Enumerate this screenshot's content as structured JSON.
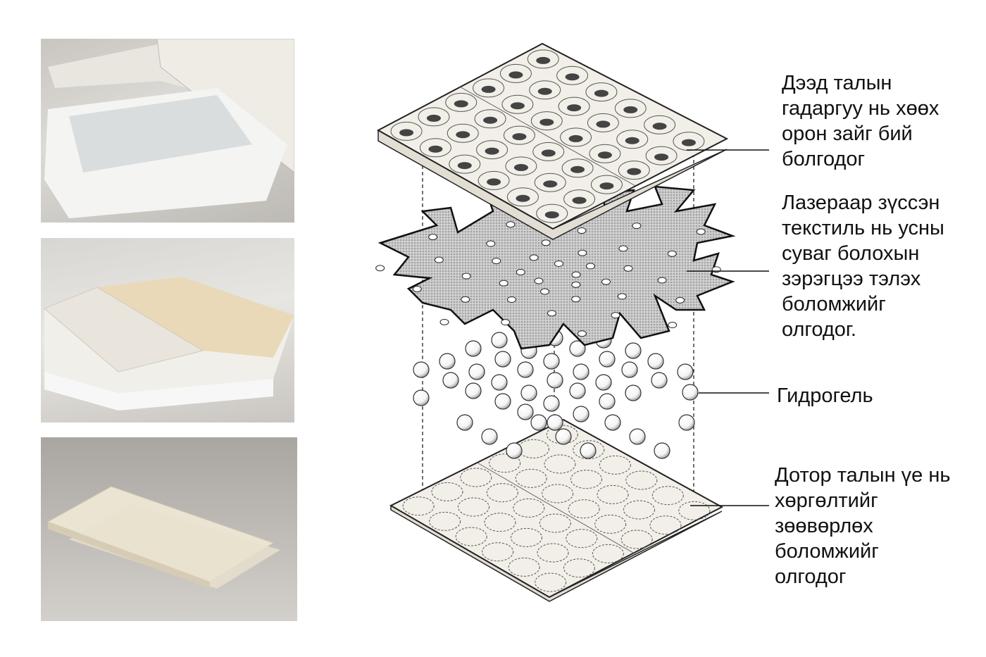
{
  "labels": {
    "top_surface": "Дээд талын\nгадаргуу нь хөөх\nорон зайг бий\nболгодог",
    "textile": "Лазераар зүссэн\nтекстиль нь усны\nсуваг болохын\nзэрэгцээ тэлэх\nболомжийг\nолгодог.",
    "hydrogel": "Гидрогель",
    "inner_layer": "Дотор талын үе нь\nхөргөлтийг\nзөөвөрлөх\nболомжийг\nолгодог"
  },
  "colors": {
    "plate": "#f2efe8",
    "textile": "#9a9a9a",
    "gel": "#ffffff"
  }
}
